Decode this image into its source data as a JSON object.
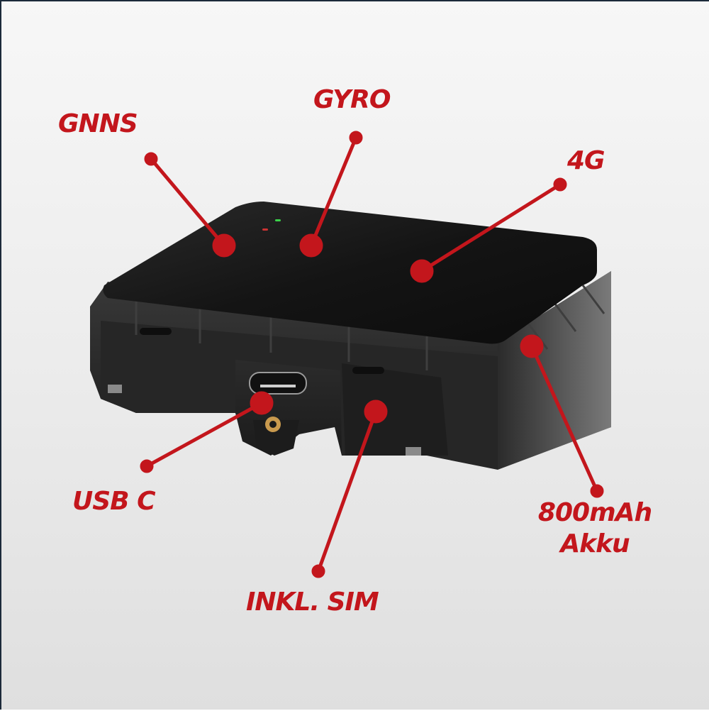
{
  "image": {
    "subject": "GPS tracker device product annotation",
    "background_color": "#eeeeee",
    "accent_color": "#c3161c"
  },
  "callouts": [
    {
      "id": "gnns",
      "label": "GNNS"
    },
    {
      "id": "gyro",
      "label": "GYRO"
    },
    {
      "id": "4g",
      "label": "4G"
    },
    {
      "id": "usbc",
      "label": "USB C"
    },
    {
      "id": "sim",
      "label": "INKL. SIM"
    },
    {
      "id": "battery",
      "label_line1": "800mAh",
      "label_line2": "Akku"
    }
  ]
}
